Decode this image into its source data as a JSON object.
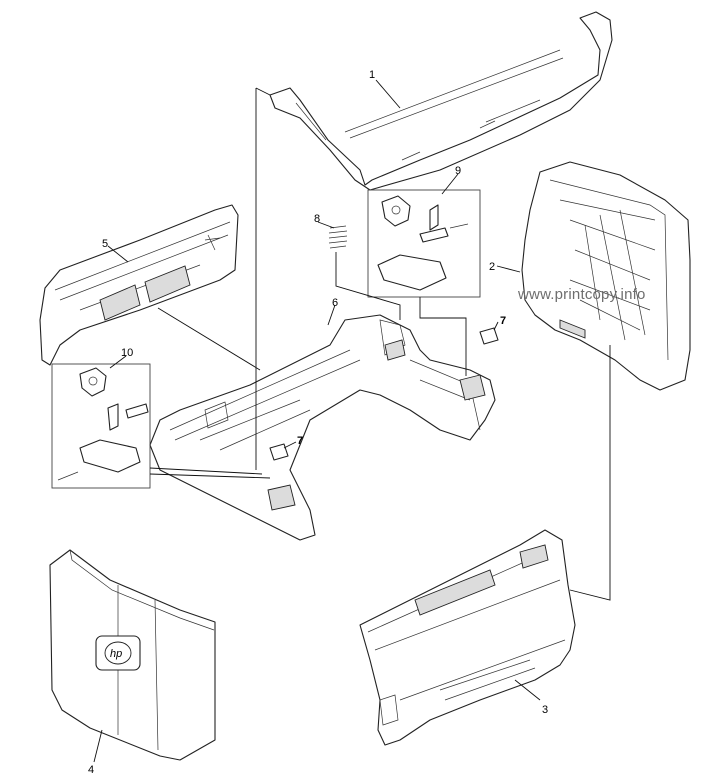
{
  "watermark": "www.printcopy.info",
  "callouts": {
    "c1": "1",
    "c2": "2",
    "c3": "3",
    "c4": "4",
    "c5": "5",
    "c6": "6",
    "c7a": "7",
    "c7b": "7",
    "c8": "8",
    "c9": "9",
    "c10": "10"
  },
  "logo_text": "hp"
}
